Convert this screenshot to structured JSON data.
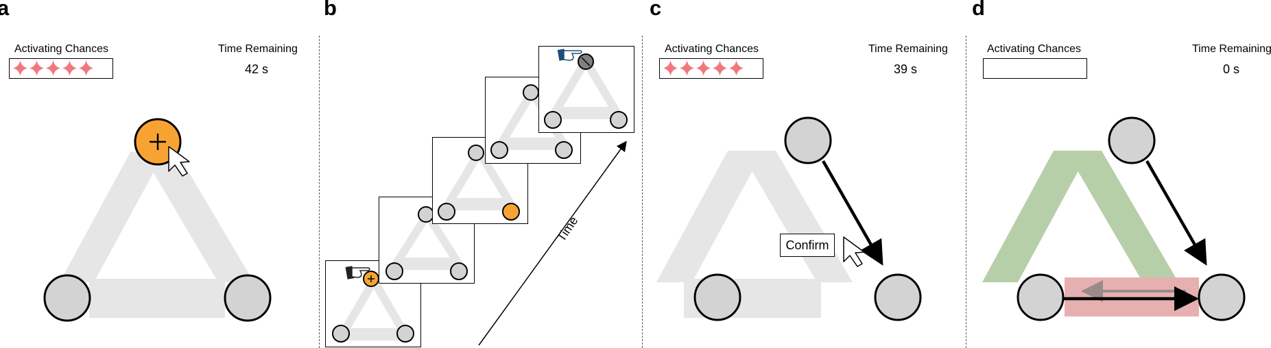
{
  "panels": {
    "a": {
      "letter": "a",
      "chances_label": "Activating Chances",
      "time_label": "Time Remaining",
      "time_value": "42 s",
      "stars": 5
    },
    "b": {
      "letter": "b",
      "time_axis_label": "Time"
    },
    "c": {
      "letter": "c",
      "chances_label": "Activating Chances",
      "time_label": "Time Remaining",
      "time_value": "39 s",
      "stars": 5,
      "confirm_label": "Confirm"
    },
    "d": {
      "letter": "d",
      "chances_label": "Activating Chances",
      "time_label": "Time Remaining",
      "time_value": "0 s",
      "stars": 0
    }
  },
  "colors": {
    "node_fill": "#d3d3d3",
    "node_active": "#f7a333",
    "edge_fill": "#e6e6e6",
    "star": "#f0787c",
    "edge_green": "#b7cfa8",
    "edge_red": "#e6b0b0"
  },
  "icons": [
    "plus-icon",
    "cursor-arrow-icon",
    "hand-pointer-icon",
    "star-icon"
  ]
}
